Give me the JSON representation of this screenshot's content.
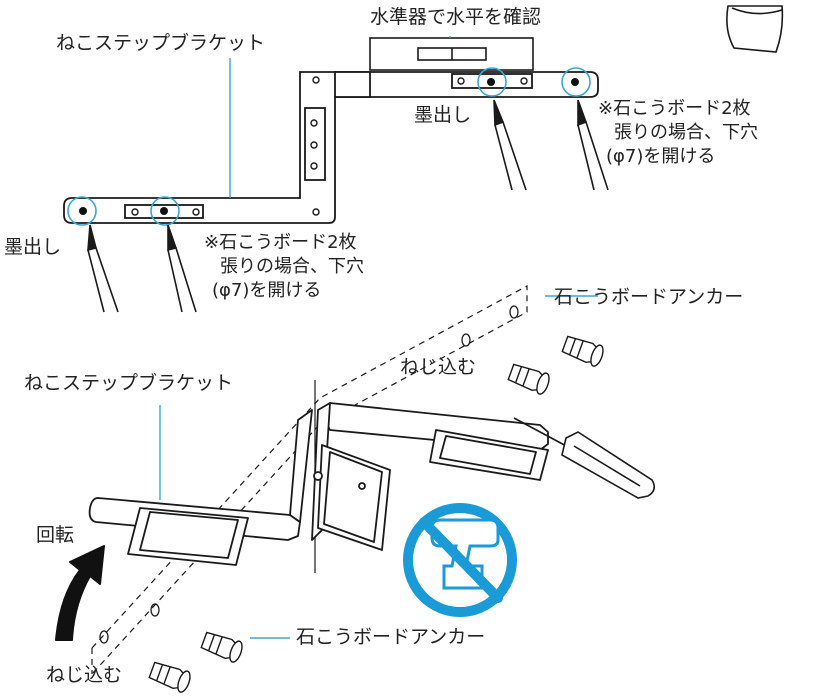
{
  "top": {
    "level_label": "水準器で水平を確認",
    "bracket_label": "ねこステップブラケット",
    "mark_label_left": "墨出し",
    "mark_label_right": "墨出し",
    "note_right": [
      "※石こうボード2枚",
      "張りの場合、下穴",
      "(φ7)を開ける"
    ],
    "note_left": [
      "※石こうボード2枚",
      "張りの場合、下穴",
      "(φ7)を開ける"
    ]
  },
  "bottom": {
    "bracket_label": "ねこステップブラケット",
    "anchor_label_top": "石こうボードアンカー",
    "anchor_label_bottom": "石こうボードアンカー",
    "screw_label_top": "ねじ込む",
    "screw_label_bottom": "ねじ込む",
    "rotate_label": "回転"
  },
  "colors": {
    "callout_line": "#3aa6dc",
    "prohibit_blue": "#1a9ad6",
    "line": "#1a1a1a"
  },
  "icons": [
    "no-power-drill-icon",
    "screwdriver-icon",
    "pencil-icon",
    "rotate-arrow-icon",
    "level-icon",
    "drywall-anchor-icon"
  ]
}
